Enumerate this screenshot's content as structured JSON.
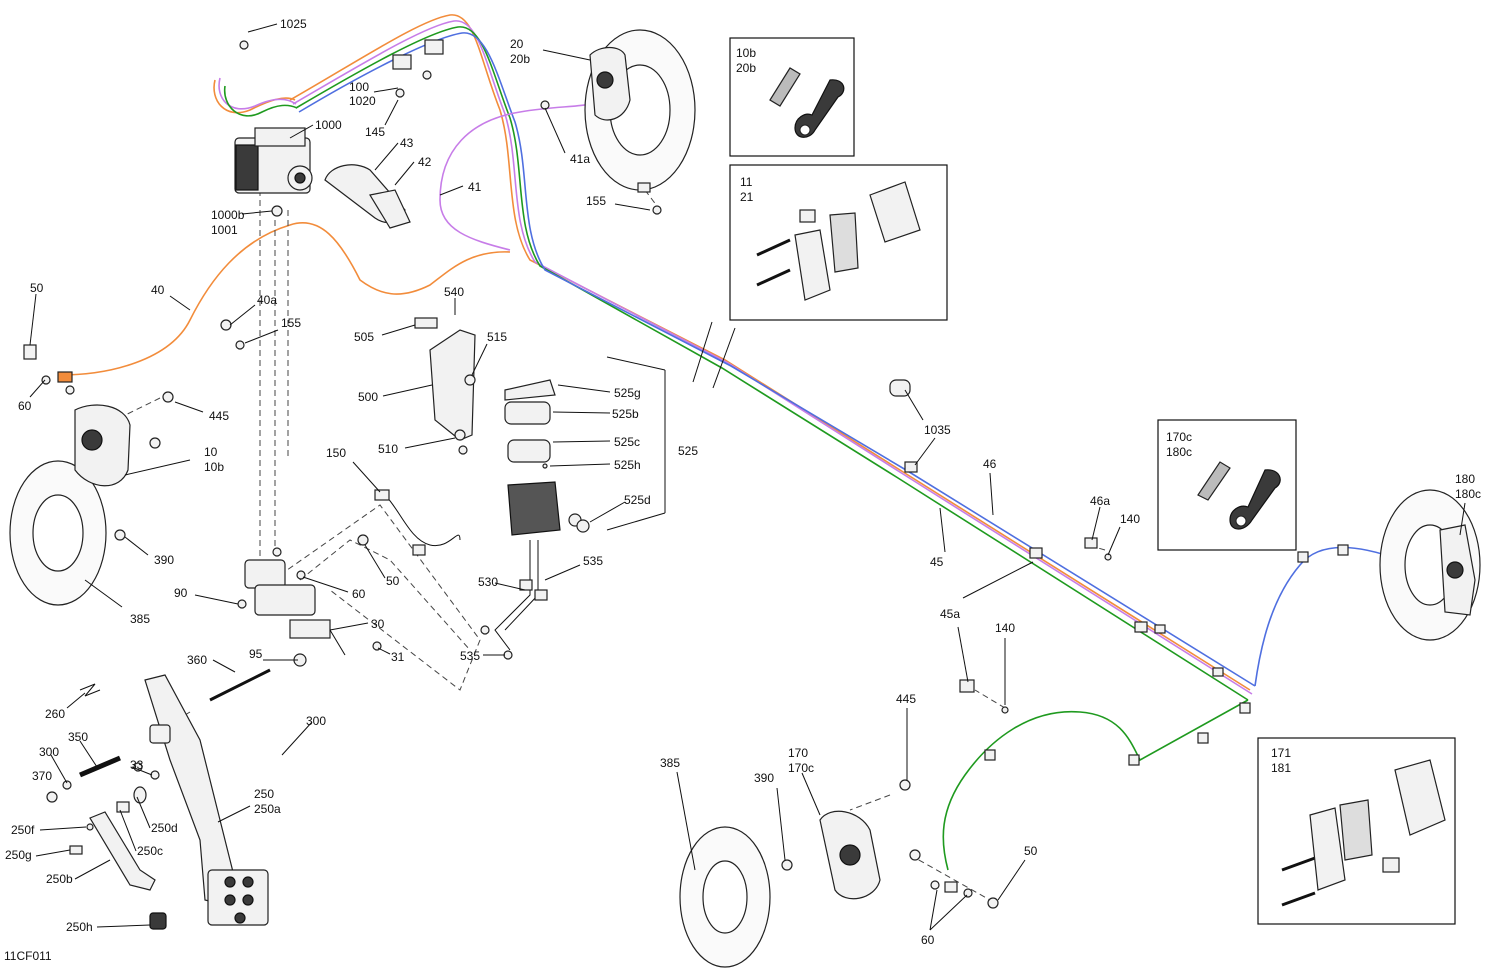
{
  "figure_code": "11CF011",
  "colors": {
    "orange_line": "#f28c3b",
    "violet_line": "#c77de8",
    "green_line": "#1f9a1f",
    "blue_line": "#4f6fe0",
    "ink": "#111111"
  },
  "insets": {
    "bleeder_front": [
      "10b",
      "20b"
    ],
    "pads_front": [
      "11",
      "21"
    ],
    "bleeder_rear": [
      "170c",
      "180c"
    ],
    "pads_rear": [
      "171",
      "181"
    ]
  },
  "labels": {
    "l1025": "1025",
    "l20": "20",
    "l20b": "20b",
    "l100": "100",
    "l1020": "1020",
    "l145": "145",
    "l1000": "1000",
    "l43": "43",
    "l42": "42",
    "l41a": "41a",
    "l41": "41",
    "l155a": "155",
    "l1000b": "1000b",
    "l1001": "1001",
    "l50a": "50",
    "l40": "40",
    "l40a": "40a",
    "l155b": "155",
    "l540": "540",
    "l505": "505",
    "l515": "515",
    "l500": "500",
    "l525g": "525g",
    "l525b": "525b",
    "l525c": "525c",
    "l525h": "525h",
    "l525": "525",
    "l525d": "525d",
    "l510": "510",
    "l60a": "60",
    "l445a": "445",
    "l10": "10",
    "l10b": "10b",
    "l150": "150",
    "l390a": "390",
    "l385a": "385",
    "l90": "90",
    "l60b": "60",
    "l50b": "50",
    "l30": "30",
    "l31": "31",
    "l535a": "535",
    "l530": "530",
    "l535b": "535",
    "l360": "360",
    "l95": "95",
    "l260": "260",
    "l300a": "300",
    "l350": "350",
    "l300b": "300",
    "l33": "33",
    "l370": "370",
    "l250": "250",
    "l250a": "250a",
    "l250d": "250d",
    "l250f": "250f",
    "l250c": "250c",
    "l250g": "250g",
    "l250b": "250b",
    "l250h": "250h",
    "l1035": "1035",
    "l46": "46",
    "l46a": "46a",
    "l140a": "140",
    "l45": "45",
    "l45a": "45a",
    "l140b": "140",
    "l180": "180",
    "l180c": "180c",
    "l445b": "445",
    "l385b": "385",
    "l390b": "390",
    "l170": "170",
    "l170c": "170c",
    "l50c": "50",
    "l60c": "60"
  }
}
